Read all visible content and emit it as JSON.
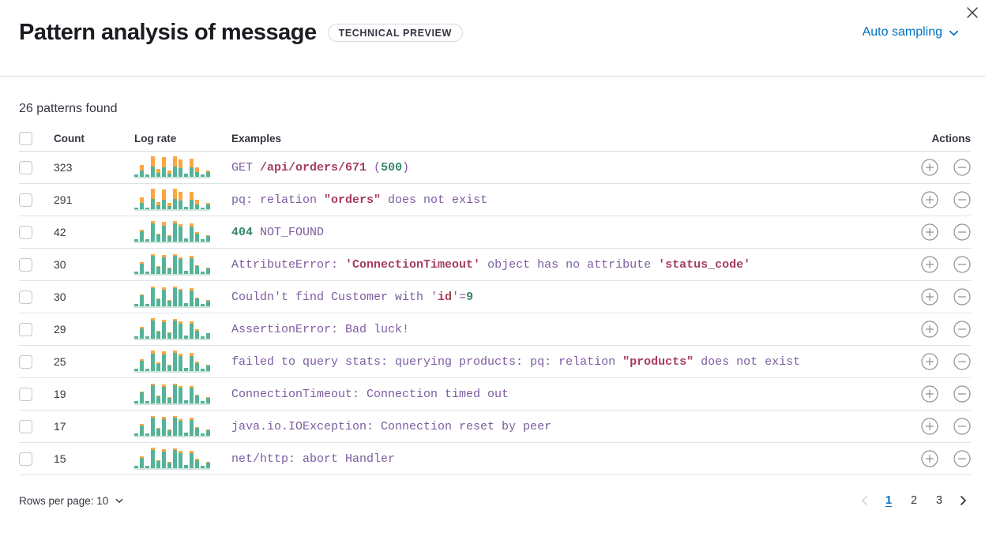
{
  "header": {
    "title": "Pattern analysis of message",
    "badge": "TECHNICAL PREVIEW",
    "sampling_label": "Auto sampling"
  },
  "summary": "26 patterns found",
  "colors": {
    "accent_blue": "#0071C2",
    "code_purple": "#7C5CA0",
    "code_red": "#A73C5A",
    "code_green": "#3A8570",
    "bar_green": "#54B399",
    "bar_orange": "#FBA740",
    "icon_gray": "#8a919c",
    "disabled_gray": "#D3DAE6",
    "text_dark": "#343741"
  },
  "table": {
    "columns": {
      "count": "Count",
      "log_rate": "Log rate",
      "examples": "Examples",
      "actions": "Actions"
    },
    "rows": [
      {
        "count": "323",
        "bars": [
          [
            3,
            0
          ],
          [
            8,
            7
          ],
          [
            3,
            0
          ],
          [
            13,
            13
          ],
          [
            5,
            5
          ],
          [
            12,
            13
          ],
          [
            4,
            4
          ],
          [
            13,
            13
          ],
          [
            11,
            11
          ],
          [
            4,
            0
          ],
          [
            12,
            11
          ],
          [
            6,
            6
          ],
          [
            3,
            0
          ],
          [
            6,
            2
          ]
        ],
        "example": [
          {
            "t": "GET ",
            "c": "p"
          },
          {
            "t": "/api/orders/671",
            "c": "r"
          },
          {
            "t": " (",
            "c": "p"
          },
          {
            "t": "500",
            "c": "g"
          },
          {
            "t": ")",
            "c": "p"
          }
        ]
      },
      {
        "count": "291",
        "bars": [
          [
            2,
            0
          ],
          [
            8,
            7
          ],
          [
            2,
            0
          ],
          [
            13,
            13
          ],
          [
            5,
            4
          ],
          [
            12,
            13
          ],
          [
            4,
            4
          ],
          [
            13,
            13
          ],
          [
            11,
            11
          ],
          [
            3,
            0
          ],
          [
            12,
            10
          ],
          [
            6,
            6
          ],
          [
            2,
            0
          ],
          [
            6,
            2
          ]
        ],
        "example": [
          {
            "t": "pq: relation ",
            "c": "p"
          },
          {
            "t": "\"orders\"",
            "c": "r"
          },
          {
            "t": " does not exist",
            "c": "p"
          }
        ]
      },
      {
        "count": "42",
        "bars": [
          [
            3,
            0
          ],
          [
            13,
            2
          ],
          [
            3,
            0
          ],
          [
            23,
            3
          ],
          [
            9,
            1
          ],
          [
            20,
            5
          ],
          [
            7,
            1
          ],
          [
            23,
            3
          ],
          [
            19,
            3
          ],
          [
            4,
            0
          ],
          [
            19,
            4
          ],
          [
            10,
            2
          ],
          [
            3,
            0
          ],
          [
            7,
            1
          ]
        ],
        "example": [
          {
            "t": "404",
            "c": "g"
          },
          {
            "t": " NOT_FOUND",
            "c": "p"
          }
        ]
      },
      {
        "count": "30",
        "bars": [
          [
            3,
            0
          ],
          [
            13,
            2
          ],
          [
            3,
            0
          ],
          [
            23,
            2
          ],
          [
            9,
            1
          ],
          [
            21,
            3
          ],
          [
            7,
            1
          ],
          [
            23,
            2
          ],
          [
            19,
            2
          ],
          [
            4,
            0
          ],
          [
            20,
            3
          ],
          [
            10,
            1
          ],
          [
            3,
            0
          ],
          [
            7,
            1
          ]
        ],
        "example": [
          {
            "t": "AttributeError: ",
            "c": "p"
          },
          {
            "t": "'ConnectionTimeout'",
            "c": "r"
          },
          {
            "t": " object has no attribute ",
            "c": "p"
          },
          {
            "t": "'status_code'",
            "c": "r"
          }
        ]
      },
      {
        "count": "30",
        "bars": [
          [
            3,
            0
          ],
          [
            14,
            1
          ],
          [
            3,
            0
          ],
          [
            23,
            2
          ],
          [
            9,
            1
          ],
          [
            21,
            3
          ],
          [
            7,
            1
          ],
          [
            23,
            2
          ],
          [
            20,
            2
          ],
          [
            4,
            0
          ],
          [
            20,
            3
          ],
          [
            10,
            1
          ],
          [
            3,
            0
          ],
          [
            7,
            1
          ]
        ],
        "example": [
          {
            "t": "Couldn't find Customer with '",
            "c": "p"
          },
          {
            "t": "id",
            "c": "r"
          },
          {
            "t": "'=",
            "c": "p"
          },
          {
            "t": "9",
            "c": "g"
          }
        ]
      },
      {
        "count": "29",
        "bars": [
          [
            3,
            0
          ],
          [
            13,
            2
          ],
          [
            3,
            0
          ],
          [
            23,
            3
          ],
          [
            9,
            1
          ],
          [
            21,
            3
          ],
          [
            7,
            1
          ],
          [
            23,
            2
          ],
          [
            19,
            3
          ],
          [
            4,
            0
          ],
          [
            19,
            3
          ],
          [
            10,
            2
          ],
          [
            3,
            0
          ],
          [
            7,
            0
          ]
        ],
        "example": [
          {
            "t": "AssertionError: Bad luck!",
            "c": "p"
          }
        ]
      },
      {
        "count": "25",
        "bars": [
          [
            3,
            0
          ],
          [
            13,
            2
          ],
          [
            3,
            0
          ],
          [
            22,
            4
          ],
          [
            9,
            2
          ],
          [
            21,
            4
          ],
          [
            7,
            1
          ],
          [
            23,
            3
          ],
          [
            19,
            3
          ],
          [
            4,
            0
          ],
          [
            19,
            4
          ],
          [
            10,
            2
          ],
          [
            3,
            0
          ],
          [
            7,
            1
          ]
        ],
        "example": [
          {
            "t": "failed to query stats: querying products: pq: relation ",
            "c": "p"
          },
          {
            "t": "\"products\"",
            "c": "r"
          },
          {
            "t": " does not exist",
            "c": "p"
          }
        ]
      },
      {
        "count": "19",
        "bars": [
          [
            3,
            0
          ],
          [
            14,
            1
          ],
          [
            3,
            0
          ],
          [
            23,
            2
          ],
          [
            9,
            1
          ],
          [
            21,
            3
          ],
          [
            7,
            1
          ],
          [
            23,
            2
          ],
          [
            20,
            2
          ],
          [
            4,
            0
          ],
          [
            20,
            2
          ],
          [
            10,
            1
          ],
          [
            3,
            0
          ],
          [
            7,
            1
          ]
        ],
        "example": [
          {
            "t": "ConnectionTimeout: Connection timed out",
            "c": "p"
          }
        ]
      },
      {
        "count": "17",
        "bars": [
          [
            3,
            0
          ],
          [
            13,
            2
          ],
          [
            3,
            0
          ],
          [
            23,
            2
          ],
          [
            9,
            1
          ],
          [
            21,
            3
          ],
          [
            7,
            1
          ],
          [
            23,
            2
          ],
          [
            19,
            2
          ],
          [
            4,
            0
          ],
          [
            20,
            3
          ],
          [
            10,
            1
          ],
          [
            3,
            0
          ],
          [
            7,
            1
          ]
        ],
        "example": [
          {
            "t": "java.io.IOException: Connection reset by peer",
            "c": "p"
          }
        ]
      },
      {
        "count": "15",
        "bars": [
          [
            3,
            0
          ],
          [
            13,
            2
          ],
          [
            3,
            0
          ],
          [
            23,
            3
          ],
          [
            9,
            1
          ],
          [
            21,
            3
          ],
          [
            7,
            1
          ],
          [
            23,
            2
          ],
          [
            19,
            3
          ],
          [
            4,
            0
          ],
          [
            19,
            3
          ],
          [
            10,
            2
          ],
          [
            3,
            0
          ],
          [
            7,
            1
          ]
        ],
        "example": [
          {
            "t": "net/http: abort Handler",
            "c": "p"
          }
        ]
      }
    ]
  },
  "footer": {
    "rows_per_page_label": "Rows per page: 10",
    "pages": [
      "1",
      "2",
      "3"
    ],
    "active_page": "1"
  }
}
